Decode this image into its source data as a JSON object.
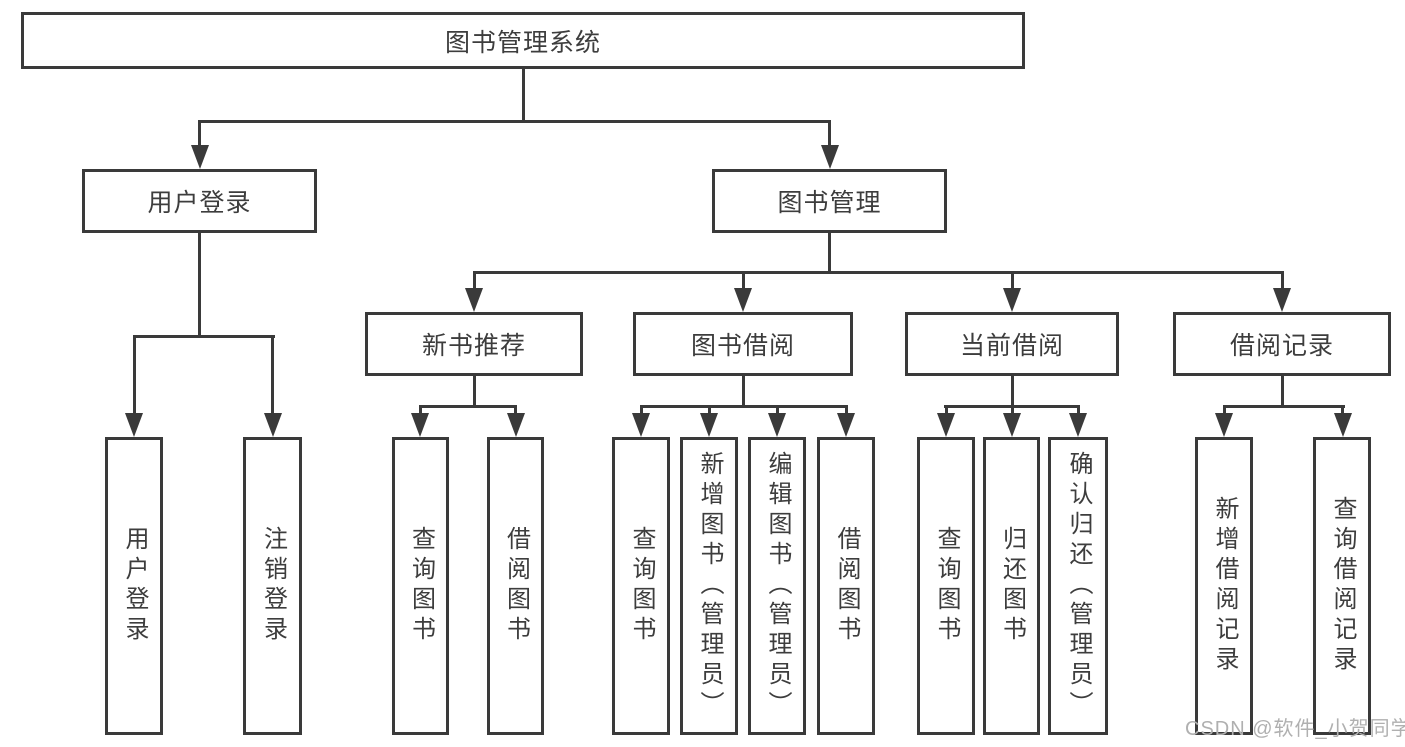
{
  "tree": {
    "root": {
      "label": "图书管理系统",
      "children": [
        {
          "label": "用户登录",
          "children": [
            {
              "label": "用户登录"
            },
            {
              "label": "注销登录"
            }
          ]
        },
        {
          "label": "图书管理",
          "children": [
            {
              "label": "新书推荐",
              "children": [
                {
                  "label": "查询图书"
                },
                {
                  "label": "借阅图书"
                }
              ]
            },
            {
              "label": "图书借阅",
              "children": [
                {
                  "label": "查询图书"
                },
                {
                  "label": "新增图书（管理员）"
                },
                {
                  "label": "编辑图书（管理员）"
                },
                {
                  "label": "借阅图书"
                }
              ]
            },
            {
              "label": "当前借阅",
              "children": [
                {
                  "label": "查询图书"
                },
                {
                  "label": "归还图书"
                },
                {
                  "label": "确认归还（管理员）"
                }
              ]
            },
            {
              "label": "借阅记录",
              "children": [
                {
                  "label": "新增借阅记录"
                },
                {
                  "label": "查询借阅记录"
                }
              ]
            }
          ]
        }
      ]
    }
  },
  "watermark": {
    "text": "CSDN @软件_小贺同学"
  },
  "colors": {
    "line": "#3a3a3a",
    "text": "#3d3d3d",
    "watermark": "#b0b0b0",
    "background": "#ffffff"
  }
}
